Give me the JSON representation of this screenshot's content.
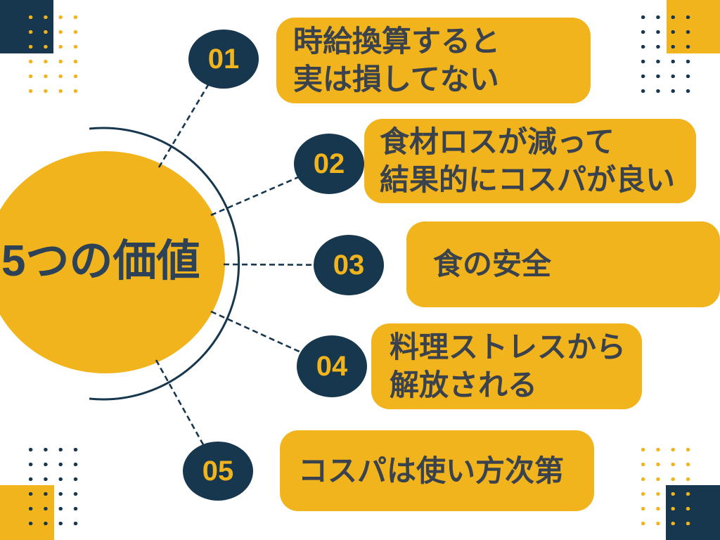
{
  "title": "5つの価値",
  "items": [
    {
      "number": "01",
      "lines": [
        "時給換算すると",
        "実は損してない"
      ]
    },
    {
      "number": "02",
      "lines": [
        "食材ロスが減って",
        "結果的にコスパが良い"
      ]
    },
    {
      "number": "03",
      "lines": [
        "食の安全"
      ]
    },
    {
      "number": "04",
      "lines": [
        "料理ストレスから",
        "解放される"
      ]
    },
    {
      "number": "05",
      "lines": [
        "コスパは使い方次第"
      ]
    }
  ],
  "colors": {
    "yellow": "#F2B41C",
    "navy": "#16374E",
    "box_text": "#39424D",
    "title_text": "#2D4257",
    "number_text": "#F2B41C"
  }
}
